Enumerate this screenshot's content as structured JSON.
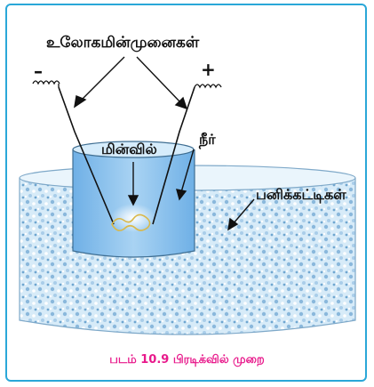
{
  "labels": {
    "electrodes": "உலோகமின்முனைகள்",
    "negative_sign": "–",
    "positive_sign": "+",
    "arc": "மின்வில்",
    "water": "நீர்",
    "ice": "பனிக்கட்டிகள்"
  },
  "caption": "படம் 10.9 பிரடிக்வில் முறை",
  "colors": {
    "border": "#2aa7d8",
    "caption": "#e8198b",
    "water": "#8fc7ee",
    "ice": "#cfe6f7"
  }
}
